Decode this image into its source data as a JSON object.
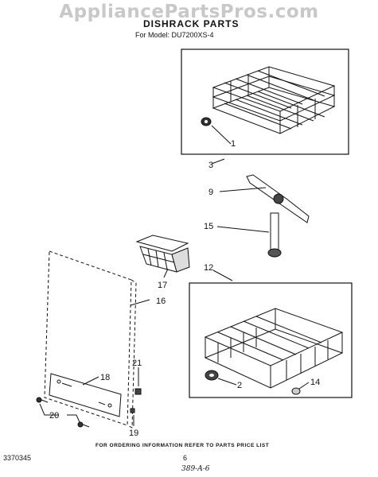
{
  "watermark": "AppliancePartsPros.com",
  "title": "DISHRACK PARTS",
  "subtitle": "For Model: DU7200XS-4",
  "footer": {
    "ordering_note": "FOR ORDERING INFORMATION REFER TO PARTS PRICE LIST",
    "page_number": "6",
    "part_code": "3370345",
    "handwritten_note": "389-A-6"
  },
  "callouts": {
    "c1": "1",
    "c2": "2",
    "c3": "3",
    "c9": "9",
    "c12": "12",
    "c14": "14",
    "c15": "15",
    "c16": "16",
    "c17": "17",
    "c18": "18",
    "c19": "19",
    "c20": "20",
    "c21": "21"
  }
}
